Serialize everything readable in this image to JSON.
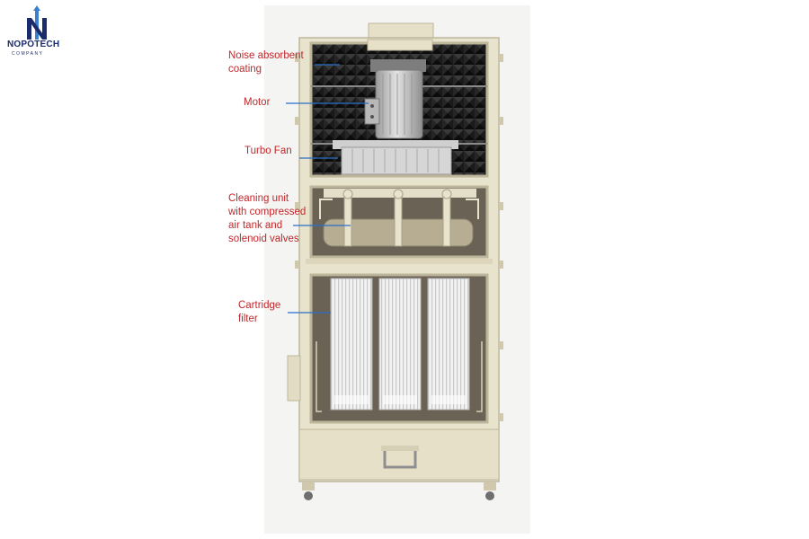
{
  "brand": {
    "name": "NOPOTECH",
    "subtitle": "COMPANY",
    "color": "#1b2b6b",
    "accent": "#3a7fd0"
  },
  "colors": {
    "label_text": "#c0282c",
    "leader_line": "#2a6fc9",
    "cabinet": "#e8e3cd",
    "cabinet_edge": "#bdb69b",
    "foam": "#1e1e1e",
    "interior": "#6a6254"
  },
  "labels": {
    "noise": "Noise absorbent\ncoating",
    "motor": "Motor",
    "fan": "Turbo Fan",
    "cleaning": "Cleaning unit\nwith compressed\nair tank and\nsolenoid valves",
    "cartridge": "Cartridge\nfilter"
  }
}
